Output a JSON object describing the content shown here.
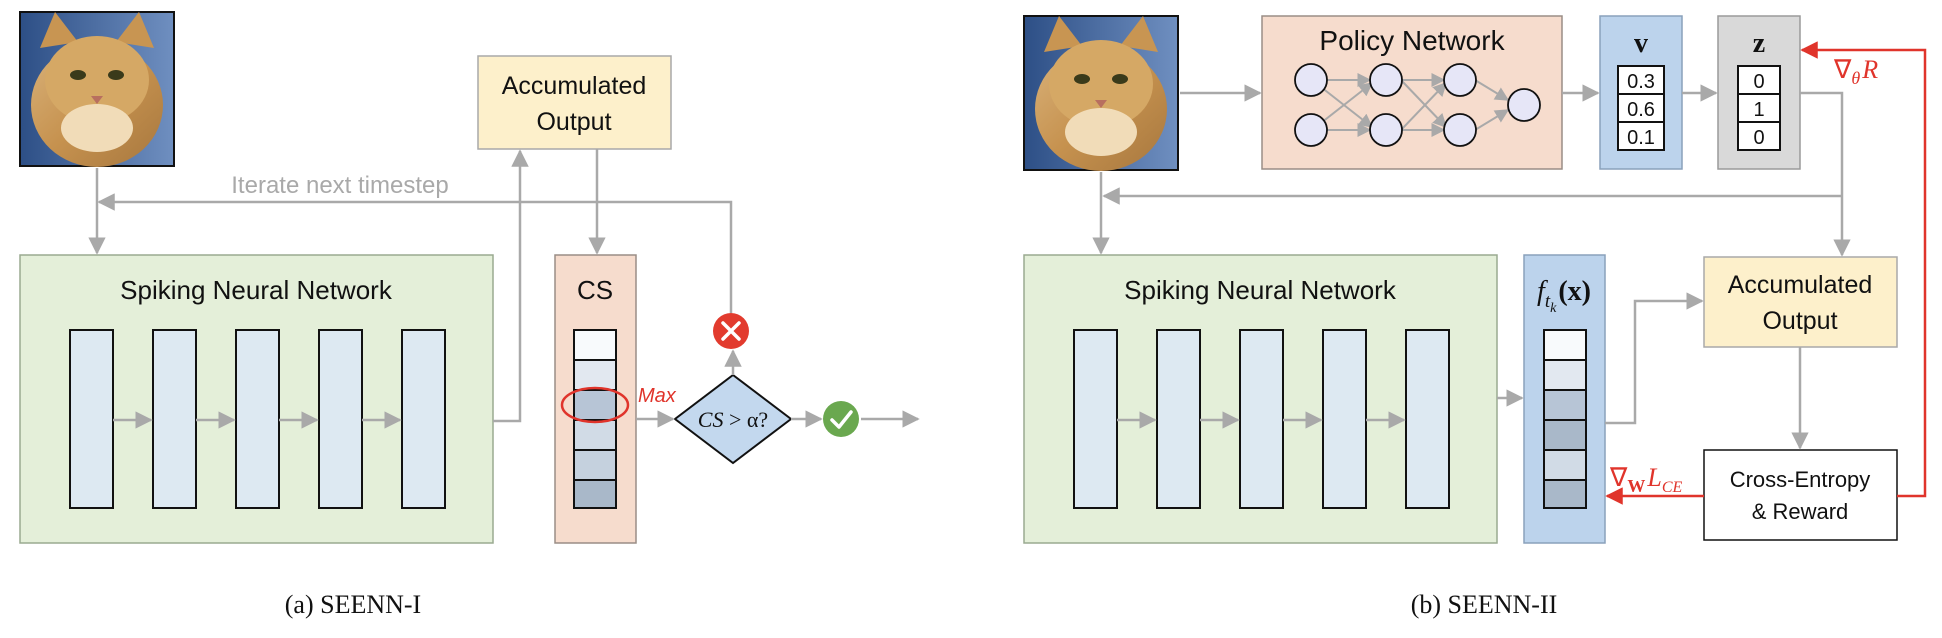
{
  "colors": {
    "arrow_gray": "#a9a9a9",
    "arrow_red": "#e0342b",
    "snn_fill": "#e4efd9",
    "snn_stroke": "#9aaa90",
    "layer_fill": "#dde9f2",
    "cs_fill": "#f6dccd",
    "acc_fill": "#fdf0cb",
    "policy_fill": "#f6dccd",
    "blue_fill": "#bcd3ec",
    "gray_fill": "#d9d9d9",
    "diamond_fill": "#c3d8ee",
    "cross_red": "#e23b2e",
    "check_green": "#6aa84f",
    "cell_shades": [
      "#f8fafc",
      "#e2e8f0",
      "#b7c5d6",
      "#d1dbe6",
      "#c5d1de",
      "#a9b8c9"
    ]
  },
  "image_a": {
    "alt": "cat-photo"
  },
  "image_b": {
    "alt": "cat-photo"
  },
  "panel_a": {
    "snn_title": "Spiking Neural Network",
    "acc_line1": "Accumulated",
    "acc_line2": "Output",
    "iterate_label": "Iterate next timestep",
    "cs_title": "CS",
    "max_label": "Max",
    "decision_cs": "CS",
    "decision_rest": " > α?",
    "cross_icon": "cross-icon",
    "check_icon": "check-icon",
    "caption": "(a) SEENN-I"
  },
  "panel_b": {
    "policy_title": "Policy Network",
    "v_title": "v",
    "v_values": [
      "0.3",
      "0.6",
      "0.1"
    ],
    "z_title": "z",
    "z_values": [
      "0",
      "1",
      "0"
    ],
    "grad_theta": "∇",
    "grad_theta_sub": "θ",
    "grad_theta_R": "R",
    "snn_title": "Spiking Neural Network",
    "f_main": "f",
    "f_sub": "t",
    "f_subsub": "k",
    "f_arg": "(x)",
    "acc_line1": "Accumulated",
    "acc_line2": "Output",
    "ce_line1": "Cross-Entropy",
    "ce_line2": "& Reward",
    "grad_w": "∇",
    "grad_w_sub": "W",
    "grad_w_L": "L",
    "grad_w_Lsub": "CE",
    "caption": "(b) SEENN-II"
  }
}
